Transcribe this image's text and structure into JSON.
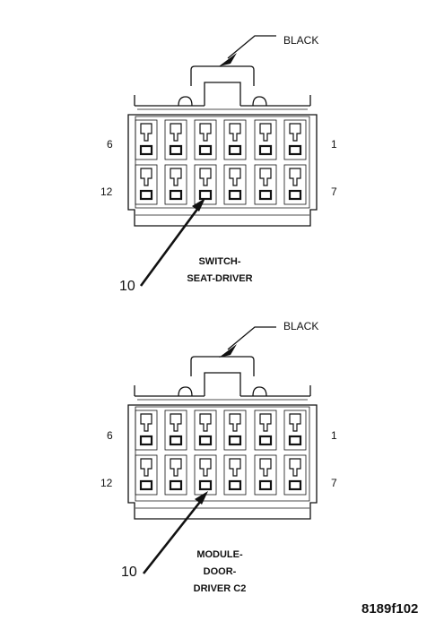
{
  "connectors": [
    {
      "id": "top",
      "color_label": "BLACK",
      "pin_left_top": "6",
      "pin_right_top": "1",
      "pin_left_bottom": "12",
      "pin_right_bottom": "7",
      "callout_pin": "10",
      "name_lines": [
        "SWITCH-",
        "SEAT-DRIVER"
      ]
    },
    {
      "id": "bottom",
      "color_label": "BLACK",
      "pin_left_top": "6",
      "pin_right_top": "1",
      "pin_left_bottom": "12",
      "pin_right_bottom": "7",
      "callout_pin": "10",
      "name_lines": [
        "MODULE-",
        "DOOR-",
        "DRIVER C2"
      ]
    }
  ],
  "figure_id": "8189f102",
  "colors": {
    "ink": "#111111",
    "background": "#ffffff"
  }
}
